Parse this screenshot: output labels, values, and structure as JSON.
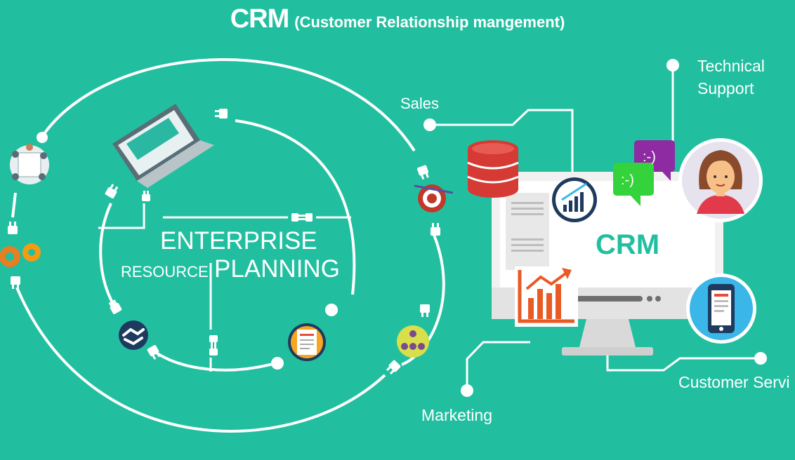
{
  "header": {
    "title": "CRM",
    "subtitle": "(Customer Relationship mangement)"
  },
  "erp": {
    "line1": "ENTERPRISE",
    "line2a": "RESOURCE",
    "line2b": "PLANNING"
  },
  "labels": {
    "sales": "Sales",
    "technical_1": "Technical",
    "technical_2": "Support",
    "marketing": "Marketing",
    "customer_service": "Customer Servi"
  },
  "monitor": {
    "crm_label": "CRM",
    "emoticon_1": ":-)",
    "emoticon_2": ":-)"
  },
  "colors": {
    "background": "#21bfa0",
    "line": "#ffffff",
    "monitor_frame": "#f1f1f1",
    "monitor_text": "#21bfa0",
    "database": "#d63a35",
    "chart_orange": "#e95a24",
    "bubble_purple": "#8e2ba2",
    "bubble_green": "#34d33b",
    "avatar_bg": "#e6e3ef",
    "shirt": "#e23a4a",
    "phone_circle": "#3bb6e8"
  },
  "icons": [
    "team-meeting-icon",
    "laptop-icon",
    "gears-icon",
    "target-icon",
    "handshake-icon",
    "document-icon",
    "org-chart-icon",
    "database-icon",
    "growth-chart-icon",
    "bar-chart-icon",
    "chat-bubble-icon",
    "user-avatar-icon",
    "smartphone-icon",
    "plug-icon"
  ]
}
